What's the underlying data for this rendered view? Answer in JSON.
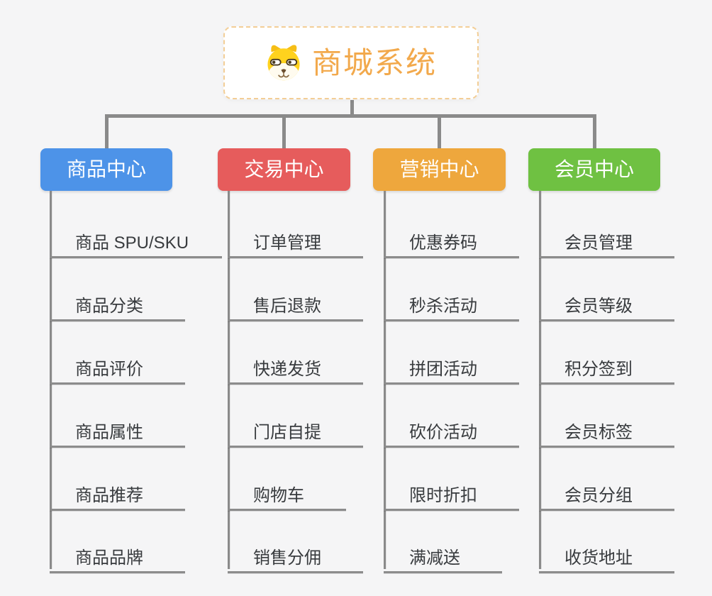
{
  "root": {
    "title": "商城系统",
    "icon": "dog-face-icon"
  },
  "branches": [
    {
      "label": "商品中心",
      "color": "#4D93E8",
      "items": [
        "商品 SPU/SKU",
        "商品分类",
        "商品评价",
        "商品属性",
        "商品推荐",
        "商品品牌"
      ]
    },
    {
      "label": "交易中心",
      "color": "#E65C5C",
      "items": [
        "订单管理",
        "售后退款",
        "快递发货",
        "门店自提",
        "购物车",
        "销售分佣"
      ]
    },
    {
      "label": "营销中心",
      "color": "#EEA73D",
      "items": [
        "优惠券码",
        "秒杀活动",
        "拼团活动",
        "砍价活动",
        "限时折扣",
        "满减送"
      ]
    },
    {
      "label": "会员中心",
      "color": "#6FC142",
      "items": [
        "会员管理",
        "会员等级",
        "积分签到",
        "会员标签",
        "会员分组",
        "收货地址"
      ]
    }
  ],
  "colors": {
    "background": "#F5F5F6",
    "connector": "#8A8A8A",
    "leaf_underline": "#8C8C8C",
    "leaf_text": "#383B3E",
    "root_title": "#F2A94C",
    "root_border": "#F3CE96",
    "root_background": "#FFFFFF"
  }
}
